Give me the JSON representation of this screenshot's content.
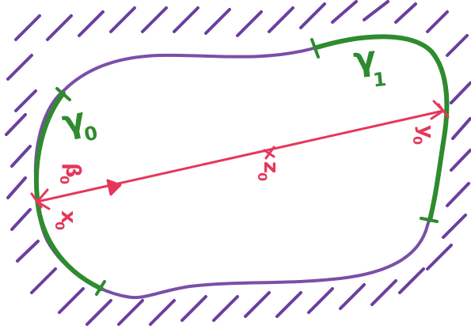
{
  "colors": {
    "boundary": "#7a4fa8",
    "hatch": "#6a3fa0",
    "arc": "#2e8b2e",
    "segment": "#e6375a"
  },
  "labels": {
    "gamma0": {
      "symbol": "γ",
      "sub": "0"
    },
    "gamma1": {
      "symbol": "γ",
      "sub": "1"
    },
    "x0": {
      "symbol": "x",
      "sub": "0"
    },
    "y0": {
      "symbol": "y",
      "sub": "0"
    },
    "z0": {
      "symbol": "z",
      "sub": "0"
    },
    "beta0": {
      "symbol": "β",
      "sub": "0"
    }
  }
}
